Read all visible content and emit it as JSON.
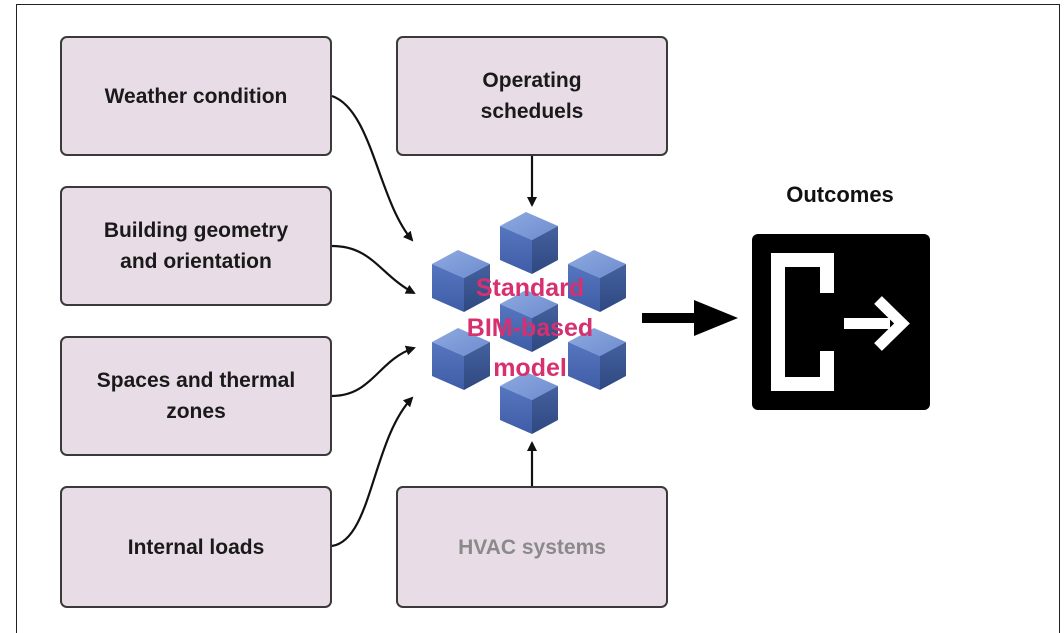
{
  "inputs": {
    "weather": "Weather condition",
    "geometry": "Building geometry\nand orientation",
    "spaces": "Spaces and thermal\nzones",
    "loads": "Internal loads",
    "schedules": "Operating\nscheduels",
    "hvac": "HVAC systems"
  },
  "model": {
    "label": "Standard\nBIM-based\nmodel",
    "icon": "bim-cube-cluster-icon"
  },
  "outcomes": {
    "title": "Outcomes",
    "icon": "exit-arrow-icon"
  },
  "colors": {
    "box_fill": "#e8dde6",
    "cube_blue": "#5b7cc4",
    "label_magenta": "#d6306f",
    "outcome_bg": "#000000"
  }
}
